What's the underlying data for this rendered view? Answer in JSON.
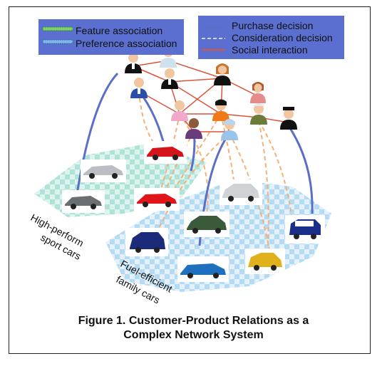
{
  "legend_left": {
    "feature_label": "Feature association",
    "preference_label": "Preference association"
  },
  "legend_right": {
    "purchase_label": "Purchase decision",
    "consideration_label": "Consideration decision",
    "social_label": "Social interaction"
  },
  "groups": {
    "sport_cars_line1": "High-perform",
    "sport_cars_line2": "sport cars",
    "family_cars_line1": "Fuel-efficient",
    "family_cars_line2": "family cars"
  },
  "caption": {
    "line1": "Figure 1. Customer-Product Relations as a",
    "line2": "Complex Network System"
  },
  "colors": {
    "legend_bg": "#5a6fcf",
    "purchase": "#5b6fc7",
    "consideration": "#f2b27a",
    "social": "#d9553a",
    "feature_swatch": "#7fcf6a",
    "preference_swatch": "#7fb6e8"
  }
}
